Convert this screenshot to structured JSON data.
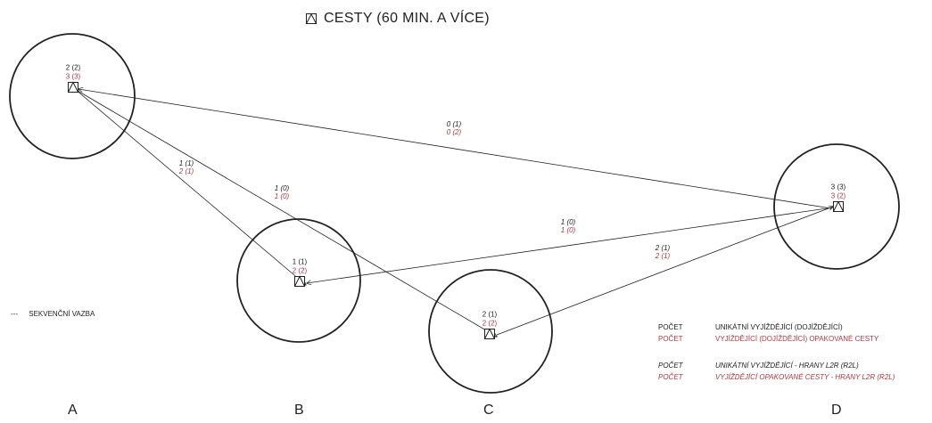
{
  "title": "CESTY (60 MIN. A VÍCE)",
  "colors": {
    "primary": "#222222",
    "secondary": "#b0393f"
  },
  "nodes": [
    {
      "id": "A",
      "label": "A",
      "count_primary": "2 (2)",
      "count_secondary": "3 (3)"
    },
    {
      "id": "B",
      "label": "B",
      "count_primary": "1 (1)",
      "count_secondary": "2 (2)"
    },
    {
      "id": "C",
      "label": "C",
      "count_primary": "2 (1)",
      "count_secondary": "2 (2)"
    },
    {
      "id": "D",
      "label": "D",
      "count_primary": "3 (3)",
      "count_secondary": "3 (2)"
    }
  ],
  "edges": [
    {
      "from": "D",
      "to": "A",
      "label_primary": "0 (1)",
      "label_secondary": "0 (2)"
    },
    {
      "from": "A",
      "to": "B",
      "label_primary": "1 (1)",
      "label_secondary": "2 (1)"
    },
    {
      "from": "A",
      "to": "C",
      "label_primary": "1 (0)",
      "label_secondary": "1 (0)"
    },
    {
      "from": "D",
      "to": "B",
      "label_primary": "1 (0)",
      "label_secondary": "1 (0)"
    },
    {
      "from": "C",
      "to": "D",
      "label_primary": "2 (1)",
      "label_secondary": "2 (1)"
    }
  ],
  "sequence_legend": {
    "marker": "---",
    "label": "SEKVENČNÍ VAZBA"
  },
  "legend": [
    {
      "key": "POČET",
      "text": "UNIKÁTNÍ VYJÍŽDĚJÍCÍ (DOJÍŽDĚJÍCÍ)"
    },
    {
      "key": "POČET",
      "text": "VYJÍŽDĚJÍCÍ (DOJÍŽDĚJÍCÍ) OPAKOVANÉ CESTY"
    },
    {
      "key": "POČET",
      "text": "UNIKÁTNÍ VYJÍŽDĚJÍCÍ  - HRANY L2R (R2L)"
    },
    {
      "key": "POČET",
      "text": "VYJÍŽDĚJÍCÍ OPAKOVANÉ CESTY - HRANY L2R (R2L)"
    }
  ]
}
